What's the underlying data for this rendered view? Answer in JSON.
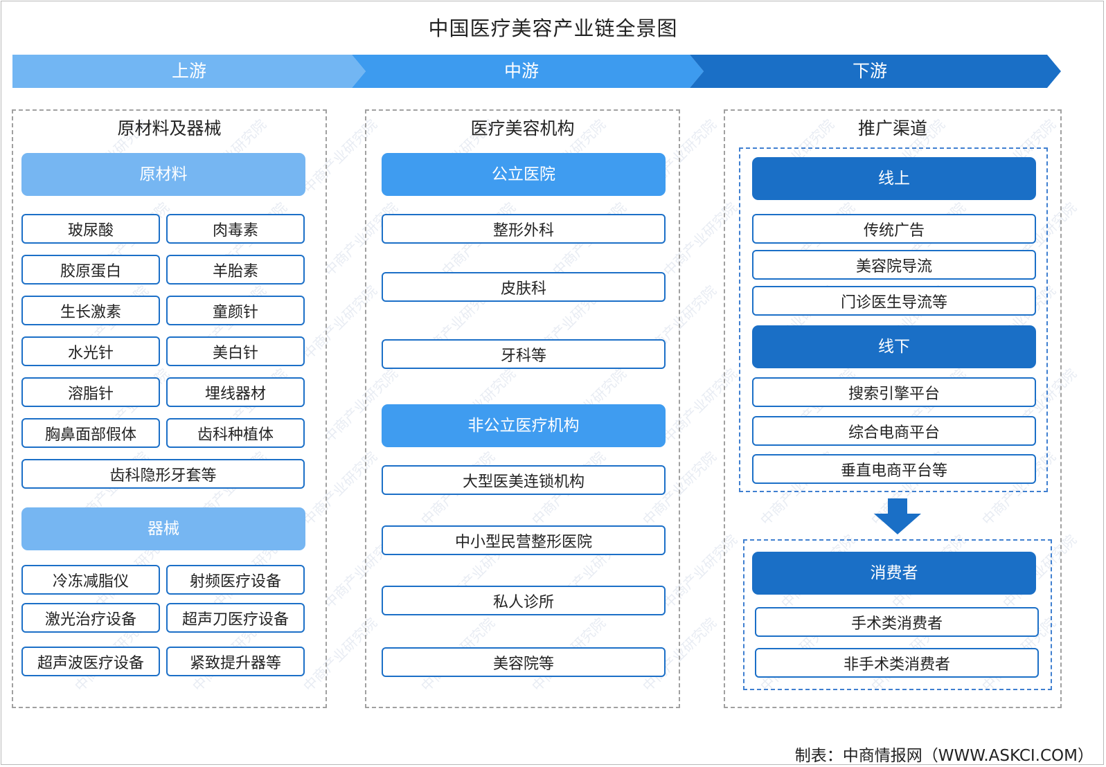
{
  "title": "中国医疗美容产业链全景图",
  "stages": [
    "上游",
    "中游",
    "下游"
  ],
  "upstream": {
    "title": "原材料及器械",
    "raw_header": "原材料",
    "raw_items": [
      "玻尿酸",
      "肉毒素",
      "胶原蛋白",
      "羊胎素",
      "生长激素",
      "童颜针",
      "水光针",
      "美白针",
      "溶脂针",
      "埋线器材",
      "胸鼻面部假体",
      "齿科种植体",
      "齿科隐形牙套等"
    ],
    "device_header": "器械",
    "device_items": [
      "冷冻减脂仪",
      "射频医疗设备",
      "激光治疗设备",
      "超声刀医疗设备",
      "超声波医疗设备",
      "紧致提升器等"
    ]
  },
  "midstream": {
    "title": "医疗美容机构",
    "public_header": "公立医院",
    "public_items": [
      "整形外科",
      "皮肤科",
      "牙科等"
    ],
    "private_header": "非公立医疗机构",
    "private_items": [
      "大型医美连锁机构",
      "中小型民营整形医院",
      "私人诊所",
      "美容院等"
    ]
  },
  "downstream": {
    "title": "推广渠道",
    "online_header": "线上",
    "online_items": [
      "传统广告",
      "美容院导流",
      "门诊医生导流等"
    ],
    "offline_header": "线下",
    "offline_items": [
      "搜索引擎平台",
      "综合电商平台",
      "垂直电商平台等"
    ],
    "consumer_header": "消费者",
    "consumer_items": [
      "手术类消费者",
      "非手术类消费者"
    ]
  },
  "footer": "制表：中商情报网（WWW.ASKCI.COM）",
  "watermark": "中商产业研究院",
  "colors": {
    "stage_up": "#72b6f3",
    "stage_mid": "#3d9bef",
    "stage_down": "#1a6fc6",
    "up_header": "#76b6f2",
    "mid_header": "#3f9cf0",
    "down_header": "#1a6fc6",
    "item_border": "#1b6fc7"
  }
}
